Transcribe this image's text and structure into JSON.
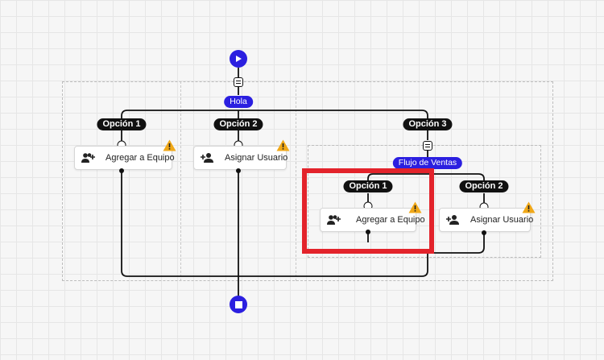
{
  "flow": {
    "root_label": "Hola",
    "options": [
      {
        "label": "Opción 1",
        "node_label": "Agregar a Equipo",
        "icon": "group-add-icon"
      },
      {
        "label": "Opción 2",
        "node_label": "Asignar Usuario",
        "icon": "person-add-icon"
      },
      {
        "label": "Opción 3"
      }
    ],
    "subflow": {
      "label": "Flujo de Ventas",
      "options": [
        {
          "label": "Opción 1",
          "node_label": "Agregar a Equipo",
          "icon": "group-add-icon"
        },
        {
          "label": "Opción 2",
          "node_label": "Asignar Usuario",
          "icon": "person-add-icon"
        }
      ]
    }
  },
  "colors": {
    "accent": "#2b1fe0",
    "highlight": "#e3232b",
    "warning": "#f0a818"
  },
  "icons": {
    "start": "play-icon",
    "end": "stop-icon",
    "warning": "warning-icon",
    "message": "message-list-icon"
  }
}
